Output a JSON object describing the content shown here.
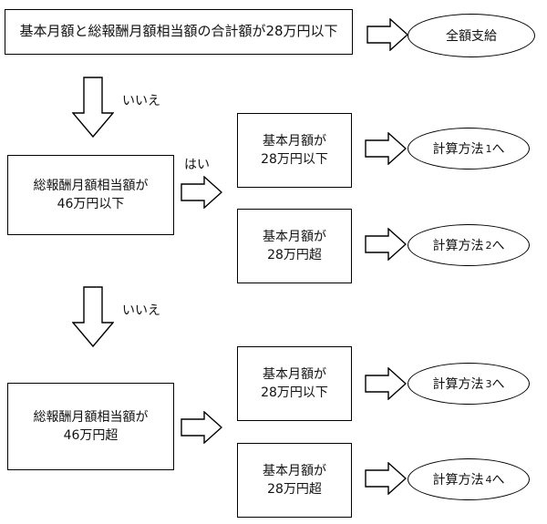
{
  "top_condition": "基本月額と総報酬月額相当額の合計額が28万円以下",
  "full_payment": "全額支給",
  "answer_no": "いいえ",
  "answer_yes": "はい",
  "condition_46_under": [
    "総報酬月額相当額が",
    "46万円以下"
  ],
  "condition_46_over": [
    "総報酬月額相当額が",
    "46万円超"
  ],
  "basic_28_under": [
    "基本月額が",
    "28万円以下"
  ],
  "basic_28_over": [
    "基本月額が",
    "28万円超"
  ],
  "method_prefix": "計算方法",
  "method_suffix": "へ",
  "method_numbers": [
    "1",
    "2",
    "3",
    "4"
  ],
  "colors": {
    "stroke": "#000000",
    "fill": "#ffffff"
  }
}
